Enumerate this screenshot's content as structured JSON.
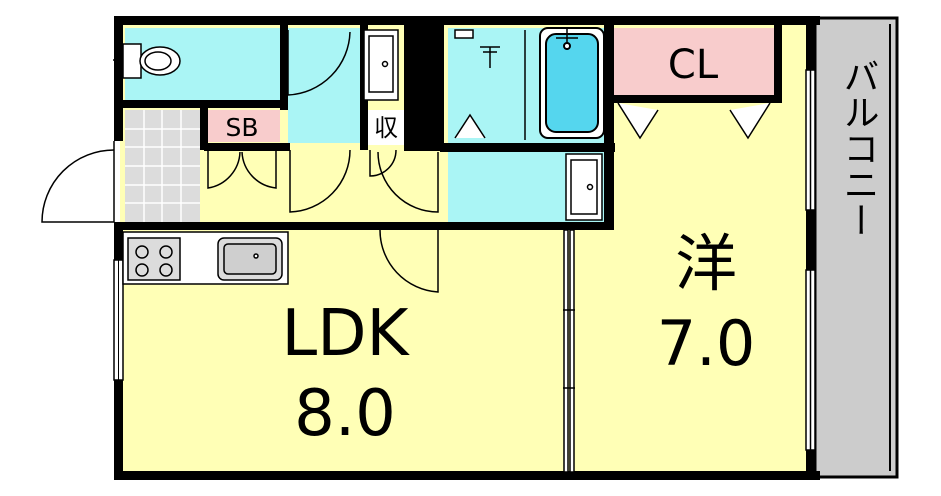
{
  "rooms": {
    "ldk": {
      "name": "LDK",
      "size": "8.0"
    },
    "western": {
      "name": "洋",
      "size": "7.0"
    },
    "closet": {
      "name": "CL"
    },
    "shoe_box": {
      "name": "SB"
    },
    "storage": {
      "name": "収"
    },
    "balcony": {
      "name": "バルコニー"
    }
  },
  "colors": {
    "floor": "#ffffb6",
    "water_area": "#aaf5f5",
    "closet": "#f8cccc",
    "balcony": "#cccccc",
    "entrance_tile": "#dcdcdc",
    "wall": "#000000",
    "fixture": "#ffffff",
    "bath_water": "#55d6ee"
  }
}
